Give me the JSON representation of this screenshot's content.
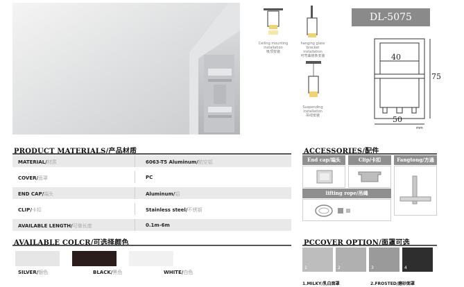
{
  "header": {
    "model": "DL-5075",
    "install_1": [
      "Ceiling mounting",
      "installation",
      "吸顶安装"
    ],
    "install_2": [
      "hanging glass bracket",
      "installation",
      "可弯曲链条安装"
    ],
    "install_3": [
      "Suspending",
      "installation",
      "吊线安装"
    ]
  },
  "dimensions": {
    "inner_width": "40",
    "height": "75",
    "outer_width": "50",
    "unit": "mm"
  },
  "materials": {
    "title": "PRODUCT MATERIALS/产品材质",
    "rows": [
      {
        "key_en": "MATERIAL/",
        "key_zh": "材质",
        "val_en": "6063-T5 Aluminum/",
        "val_zh": "航空铝"
      },
      {
        "key_en": "COVER/",
        "key_zh": "面罩",
        "val_en": "PC",
        "val_zh": ""
      },
      {
        "key_en": "END CAP/",
        "key_zh": "端头",
        "val_en": "Aluminum/",
        "val_zh": "铝"
      },
      {
        "key_en": "CLIP/",
        "key_zh": "卡扣",
        "val_en": "Stainless steel/",
        "val_zh": "不锈钢"
      },
      {
        "key_en": "AVAILABLE LENGTH/",
        "key_zh": "可做长度",
        "val_en": "0.1m-6m",
        "val_zh": ""
      }
    ]
  },
  "accessories": {
    "title": "ACCESSORIES/配件",
    "items": [
      "End cap/端头",
      "Clip/卡扣",
      "Fangtong/方通",
      "lifting rope/吊绳"
    ]
  },
  "colors": {
    "title": "AVAILABLE COLCR/可选择颜色",
    "items": [
      {
        "en": "SILVER/",
        "zh": "银色",
        "hex": "#e6e6e6"
      },
      {
        "en": "BLACK/",
        "zh": "黑色",
        "hex": "#2b1d1b"
      },
      {
        "en": "WHITE/",
        "zh": "白色",
        "hex": "#f1f1f1"
      }
    ]
  },
  "pccover": {
    "title": "PCCOVER OPTION/面罩可选",
    "options": [
      {
        "num": "1",
        "hex": "#bdbdbd"
      },
      {
        "num": "2",
        "hex": "#b0b0b0"
      },
      {
        "num": "3",
        "hex": "#9a9a9a"
      },
      {
        "num": "4",
        "hex": "#2e2e2e"
      }
    ],
    "label_1": "1.MILKY/乳白面罩",
    "label_2": "2.FROSTED/磨砂面罩"
  }
}
